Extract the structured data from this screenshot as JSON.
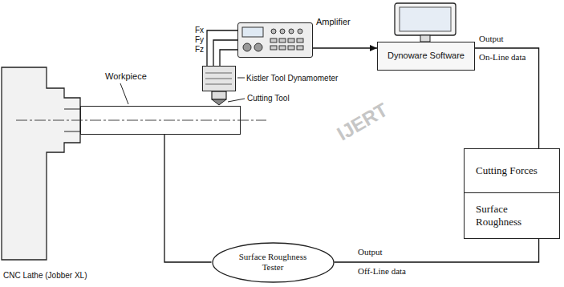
{
  "diagram": {
    "nodes": [
      {
        "text": [
          "Amplifier"
        ]
      },
      {
        "text": [
          "Dynoware Software"
        ]
      },
      {
        "text": [
          "Kistler Tool Dynamometer"
        ]
      },
      {
        "text": [
          "Workpiece"
        ]
      },
      {
        "text": [
          "Cutting Forces"
        ]
      },
      {
        "text": [
          "Surface Roughness"
        ]
      },
      {
        "text": [
          "Surface Roughness Tester"
        ]
      }
    ],
    "edges": [
      {
        "from": 2,
        "to": 0,
        "arrow": "none",
        "label": "Fx"
      },
      {
        "from": 2,
        "to": 0,
        "arrow": "none",
        "label": "Fy"
      },
      {
        "from": 2,
        "to": 0,
        "arrow": "none",
        "label": "Fz"
      },
      {
        "from": 0,
        "to": 1,
        "arrow": "to"
      },
      {
        "from": 1,
        "to": 4,
        "arrow": "none"
      },
      {
        "from": 3,
        "to": 6,
        "arrow": "none"
      },
      {
        "from": 6,
        "to": 5,
        "arrow": "none"
      }
    ],
    "labels": [
      "Output",
      "On-Line data",
      "Cutting Tool",
      "CNC Lathe (Jobber XL)",
      "Output",
      "Off-Line data",
      "IJERT"
    ]
  }
}
